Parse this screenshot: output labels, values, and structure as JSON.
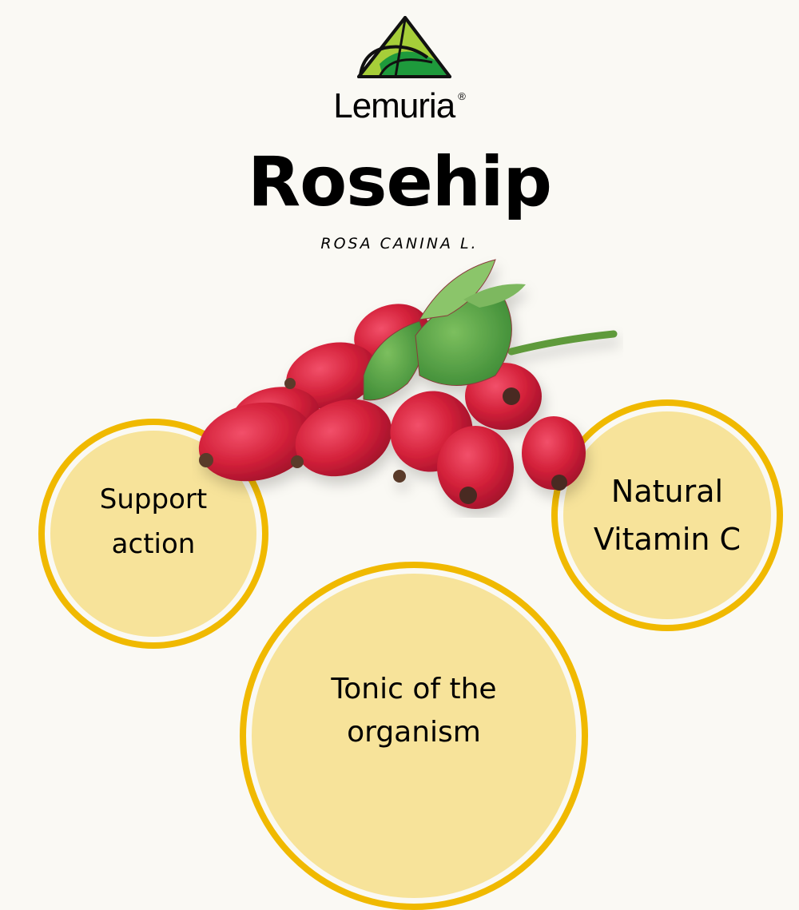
{
  "brand": {
    "name": "Lemuria",
    "registered_mark": "®",
    "logo_icon": "triangle-leaf-logo",
    "logo_colors": {
      "light_green": "#A6CE39",
      "dark_green": "#1E9A3C",
      "outline": "#111111"
    }
  },
  "header": {
    "title": "Rosehip",
    "subtitle": "ROSA CANINA L."
  },
  "image": {
    "subject": "rosehip-berries-with-leaves",
    "berry_color": "#D4213A",
    "leaf_color": "#4E9A3A"
  },
  "benefits": [
    {
      "line1": "Support",
      "line2": "action"
    },
    {
      "line1": "Natural",
      "line2": "Vitamin C"
    },
    {
      "line1": "Tonic of the",
      "line2": "organism"
    }
  ],
  "colors": {
    "background": "#FAF9F4",
    "ring": "#F0B900",
    "circle_fill": "#F7E39A",
    "text": "#000000"
  }
}
